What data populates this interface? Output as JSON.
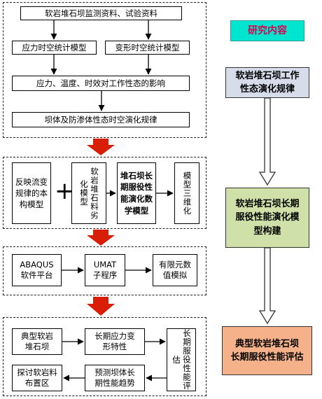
{
  "colors": {
    "red_arrow": "#d81e06",
    "research_box_bg": "#00e5cf",
    "research_text": "#e0004d",
    "stage1_bg": "#d6dcea",
    "stage2_bg": "#cfe0a8",
    "stage3_bg": "#f5b28a"
  },
  "research_label": "研究内容",
  "stage1": {
    "box1": "软岩堆石坝监测资料、试验资料",
    "box2": "应力时空统计模型",
    "box3": "变形时空统计模型",
    "box4": "应力、温度、时效对工作性态的影响",
    "box5": "坝体及防渗体性态时空演化规律"
  },
  "stage2": {
    "box1": "反映流变规律的本构模型",
    "plus": "+",
    "box2": "软岩堆石料劣化模型",
    "box3": "堆石坝长期服役性能演化数学模型",
    "box4": "模型三维化"
  },
  "stage3": {
    "box1_line1": "ABAQUS",
    "box1_line2": "软件平台",
    "box2_line1": "UMAT",
    "box2_line2": "子程序",
    "box3_line1": "有限元数",
    "box3_line2": "值模拟"
  },
  "stage4": {
    "box1_line1": "典型软岩",
    "box1_line2": "堆石坝",
    "box2_line1": "长期应力变",
    "box2_line2": "形特性",
    "box3": "长期服役性能评估",
    "box4_line1": "预测坝体长",
    "box4_line2": "期性能趋势",
    "box5_line1": "探讨软岩料",
    "box5_line2": "布置区"
  },
  "side": {
    "s1_line1": "软岩堆石坝工作",
    "s1_line2": "性态演化规律",
    "s2_line1": "软岩堆石坝长期",
    "s2_line2": "服役性能演化模",
    "s2_line3": "型构建",
    "s3_line1": "典型软岩堆石坝",
    "s3_line2": "长期服役性能评估"
  }
}
